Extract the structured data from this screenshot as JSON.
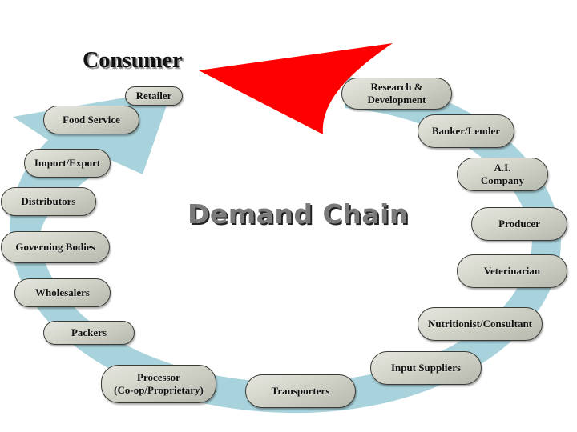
{
  "diagram": {
    "title": "Demand Chain",
    "endpoint_label": "Consumer",
    "colors": {
      "arc": "#a9d3dc",
      "arrow": "#ff0000",
      "pill_fill": "#d2d3c8",
      "pill_border": "#3a3a36",
      "title_text": "#7a7a7a"
    },
    "nodes": [
      {
        "id": "research",
        "label": "Research &\nDevelopment"
      },
      {
        "id": "banker",
        "label": "Banker/Lender"
      },
      {
        "id": "ai",
        "label": "A.I.\nCompany"
      },
      {
        "id": "producer",
        "label": "Producer"
      },
      {
        "id": "veterinarian",
        "label": "Veterinarian"
      },
      {
        "id": "nutritionist",
        "label": "Nutritionist/Consultant"
      },
      {
        "id": "input-suppliers",
        "label": "Input Suppliers"
      },
      {
        "id": "transporters",
        "label": "Transporters"
      },
      {
        "id": "processor",
        "label": "Processor\n(Co-op/Proprietary)"
      },
      {
        "id": "packers",
        "label": "Packers"
      },
      {
        "id": "wholesalers",
        "label": "Wholesalers"
      },
      {
        "id": "governing-bodies",
        "label": "Governing Bodies"
      },
      {
        "id": "distributors",
        "label": "Distributors"
      },
      {
        "id": "import-export",
        "label": "Import/Export"
      },
      {
        "id": "food-service",
        "label": "Food Service"
      },
      {
        "id": "retailer",
        "label": "Retailer"
      }
    ]
  }
}
